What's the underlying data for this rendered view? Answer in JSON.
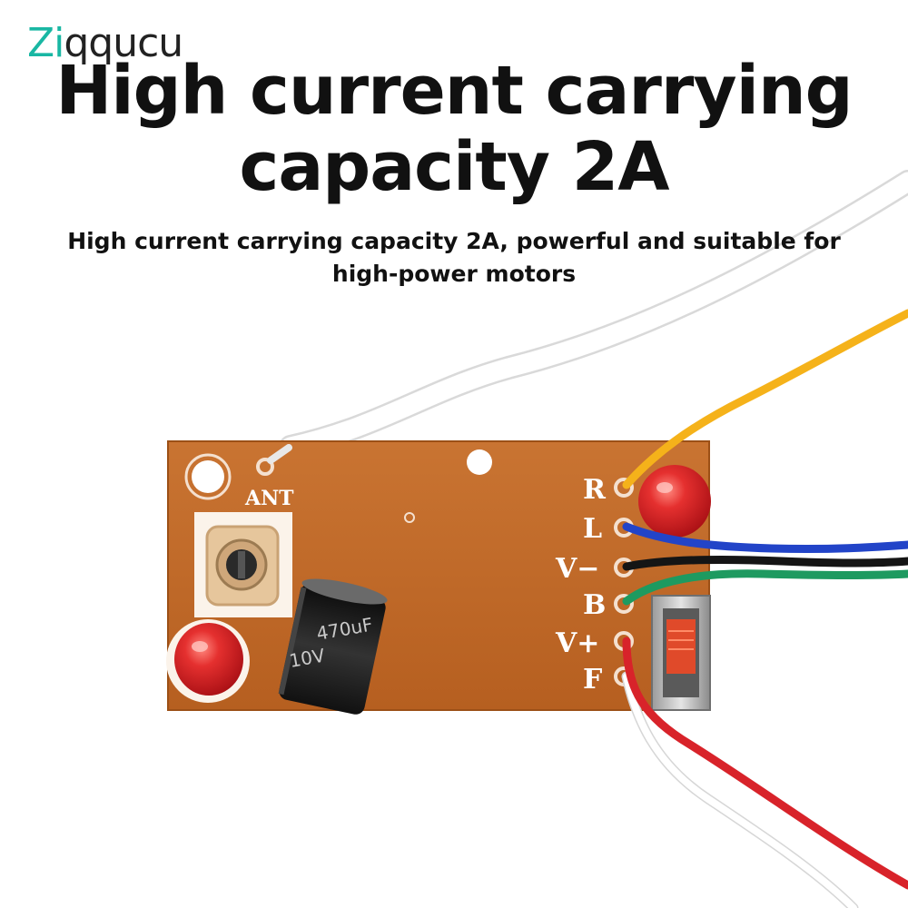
{
  "brand": {
    "logo_text": "Ziqqucu"
  },
  "headline": {
    "line1": "High current carrying",
    "line2": "capacity 2A"
  },
  "subline": {
    "line1": "High current carrying capacity 2A, powerful and suitable for",
    "line2": "high-power motors"
  },
  "board": {
    "antenna_label": "ANT",
    "pin_labels": [
      "R",
      "L",
      "V−",
      "B",
      "V+",
      "F"
    ],
    "capacitor_text_1": "470uF",
    "capacitor_text_2": "10V"
  },
  "colors": {
    "pcb": "#c06a28",
    "wire_yellow": "#f5b21a",
    "wire_blue": "#2244c8",
    "wire_black": "#151515",
    "wire_green": "#1e9a60",
    "wire_red": "#d8232a",
    "led_red": "#e0282a"
  }
}
